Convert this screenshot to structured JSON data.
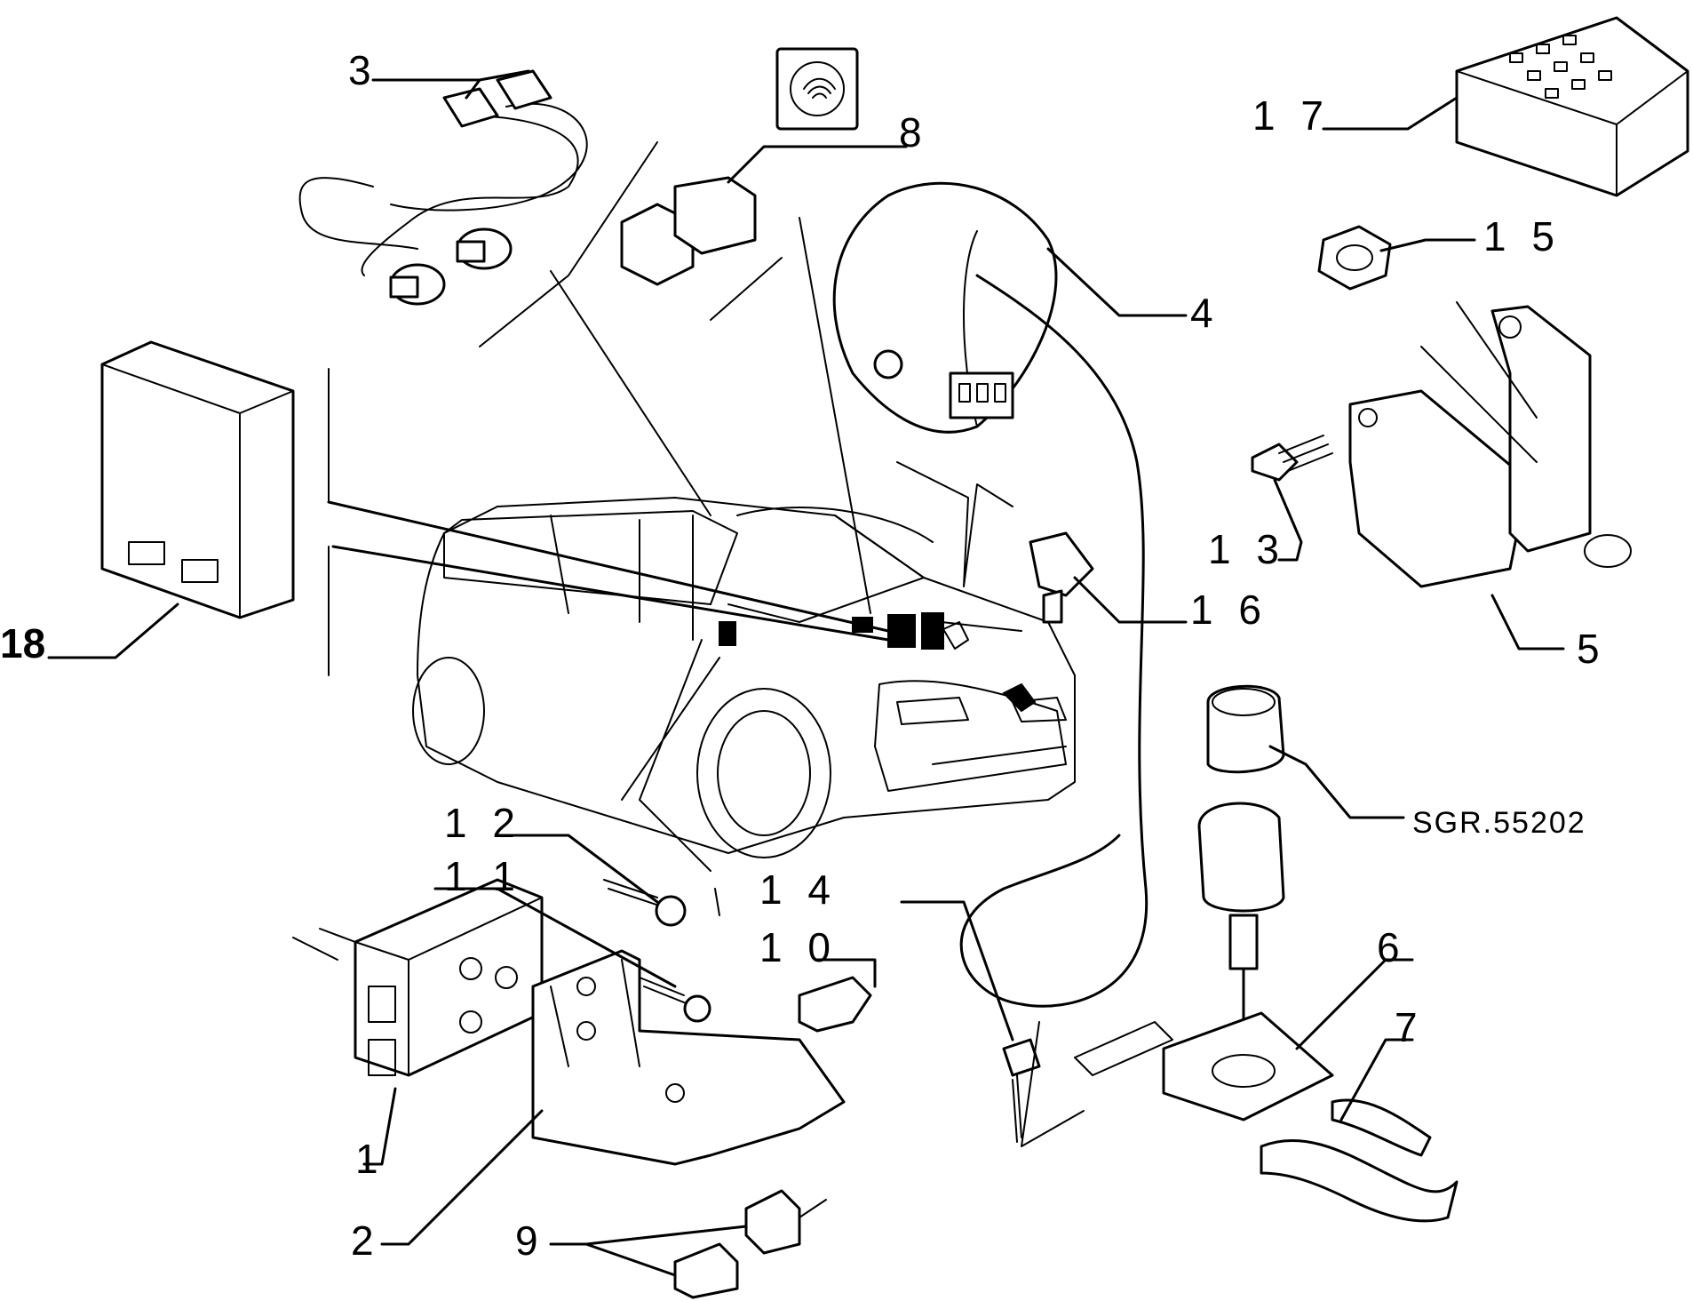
{
  "labels": {
    "l1": "1",
    "l2": "2",
    "l3": "3",
    "l4": "4",
    "l5": "5",
    "l6": "6",
    "l7": "7",
    "l8": "8",
    "l9": "9",
    "l10": "1 0",
    "l11": "1 1",
    "l12": "1 2",
    "l13": "1 3",
    "l14": "1 4",
    "l15": "1 5",
    "l16": "1 6",
    "l17": "1 7",
    "l18": "18",
    "ref": "SGR.55202"
  }
}
